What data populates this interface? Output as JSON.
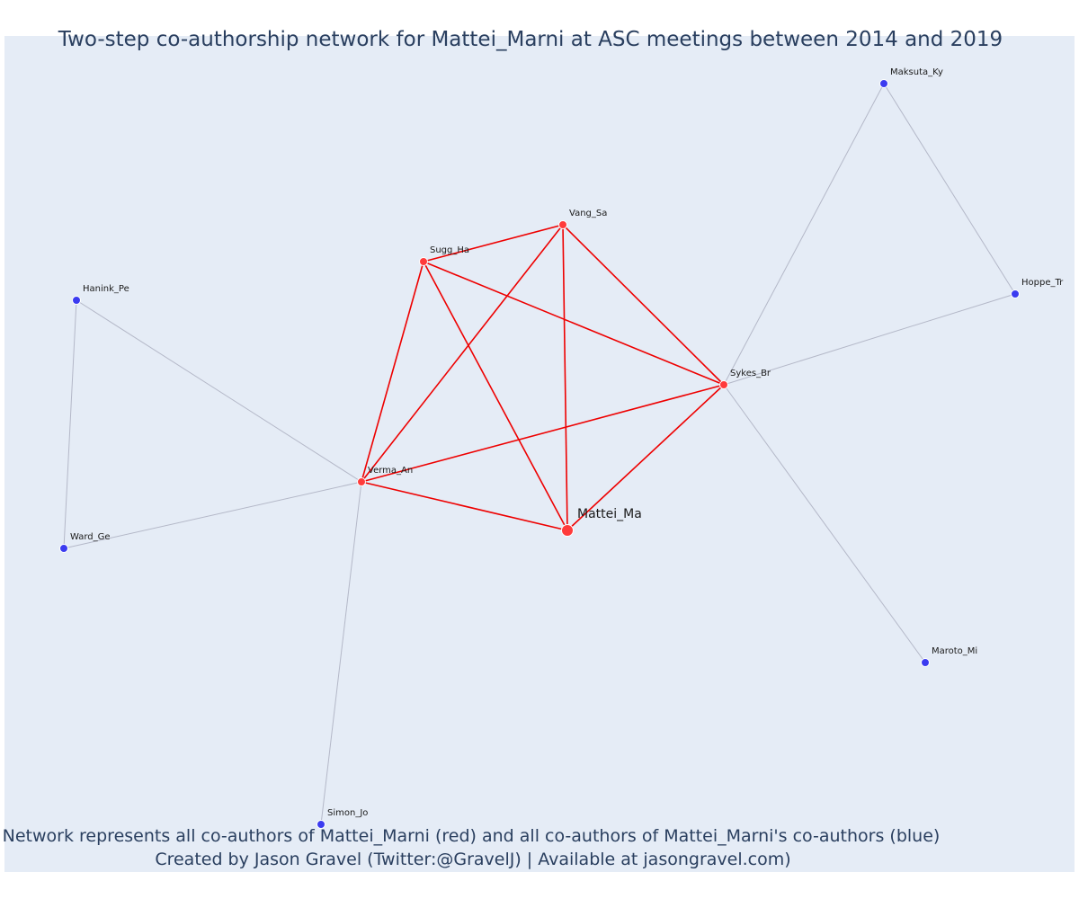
{
  "title": "Two-step co-authorship network for Mattei_Marni at ASC meetings between 2014 and 2019",
  "footer_line1": "Network represents all co-authors of Mattei_Marni (red) and all co-authors of Mattei_Marni's co-authors (blue)",
  "footer_line2": "Created by Jason Gravel (Twitter:@GravelJ) | Available at jasongravel.com)",
  "colors": {
    "background": "#e5ecf6",
    "coauthor": "#ff3b3b",
    "second_step": "#3b3bf0",
    "coauthor_edge": "#ee0000",
    "second_step_edge": "#b4b8c8",
    "title": "#2a3f5f"
  },
  "network": {
    "nodes": [
      {
        "id": "Mattei_Ma",
        "label": "Mattei_Ma",
        "group": "focal"
      },
      {
        "id": "Verma_An",
        "label": "Verma_An",
        "group": "coauthor"
      },
      {
        "id": "Sugg_Ha",
        "label": "Sugg_Ha",
        "group": "coauthor"
      },
      {
        "id": "Vang_Sa",
        "label": "Vang_Sa",
        "group": "coauthor"
      },
      {
        "id": "Sykes_Br",
        "label": "Sykes_Br",
        "group": "coauthor"
      },
      {
        "id": "Hanink_Pe",
        "label": "Hanink_Pe",
        "group": "second_step"
      },
      {
        "id": "Ward_Ge",
        "label": "Ward_Ge",
        "group": "second_step"
      },
      {
        "id": "Simon_Jo",
        "label": "Simon_Jo",
        "group": "second_step"
      },
      {
        "id": "Maksuta_Ky",
        "label": "Maksuta_Ky",
        "group": "second_step"
      },
      {
        "id": "Hoppe_Tr",
        "label": "Hoppe_Tr",
        "group": "second_step"
      },
      {
        "id": "Maroto_Mi",
        "label": "Maroto_Mi",
        "group": "second_step"
      }
    ],
    "edges": [
      {
        "source": "Mattei_Ma",
        "target": "Verma_An",
        "type": "coauthor"
      },
      {
        "source": "Mattei_Ma",
        "target": "Sugg_Ha",
        "type": "coauthor"
      },
      {
        "source": "Mattei_Ma",
        "target": "Vang_Sa",
        "type": "coauthor"
      },
      {
        "source": "Mattei_Ma",
        "target": "Sykes_Br",
        "type": "coauthor"
      },
      {
        "source": "Verma_An",
        "target": "Sugg_Ha",
        "type": "coauthor"
      },
      {
        "source": "Verma_An",
        "target": "Vang_Sa",
        "type": "coauthor"
      },
      {
        "source": "Verma_An",
        "target": "Sykes_Br",
        "type": "coauthor"
      },
      {
        "source": "Sugg_Ha",
        "target": "Vang_Sa",
        "type": "coauthor"
      },
      {
        "source": "Sugg_Ha",
        "target": "Sykes_Br",
        "type": "coauthor"
      },
      {
        "source": "Vang_Sa",
        "target": "Sykes_Br",
        "type": "coauthor"
      },
      {
        "source": "Verma_An",
        "target": "Hanink_Pe",
        "type": "second_step"
      },
      {
        "source": "Verma_An",
        "target": "Ward_Ge",
        "type": "second_step"
      },
      {
        "source": "Verma_An",
        "target": "Simon_Jo",
        "type": "second_step"
      },
      {
        "source": "Hanink_Pe",
        "target": "Ward_Ge",
        "type": "second_step"
      },
      {
        "source": "Sykes_Br",
        "target": "Maksuta_Ky",
        "type": "second_step"
      },
      {
        "source": "Sykes_Br",
        "target": "Hoppe_Tr",
        "type": "second_step"
      },
      {
        "source": "Sykes_Br",
        "target": "Maroto_Mi",
        "type": "second_step"
      },
      {
        "source": "Maksuta_Ky",
        "target": "Hoppe_Tr",
        "type": "second_step"
      }
    ]
  }
}
